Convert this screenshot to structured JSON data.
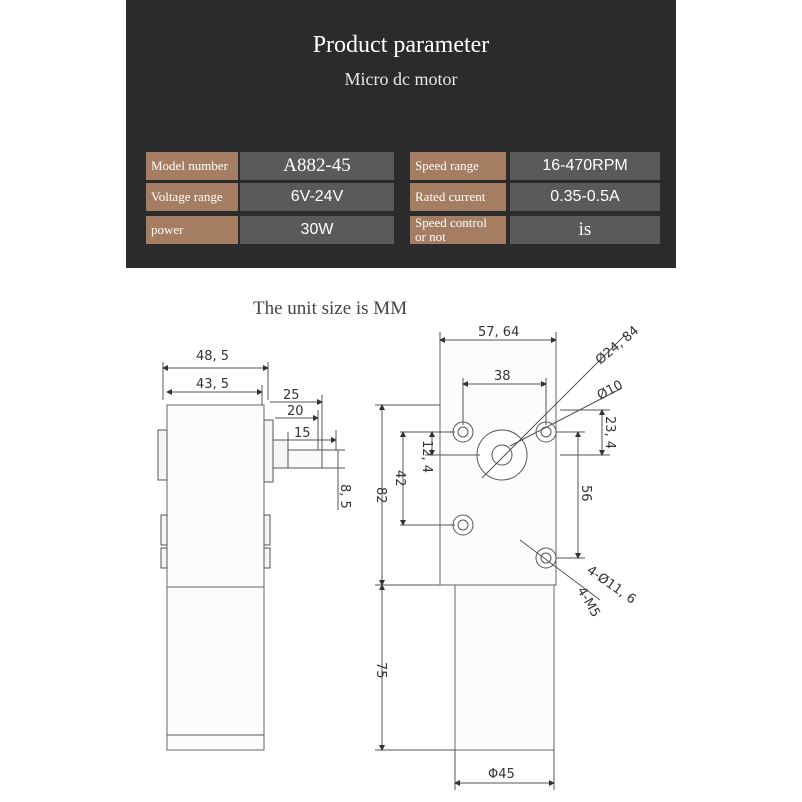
{
  "header": {
    "title": "Product parameter",
    "subtitle": "Micro dc motor"
  },
  "specs": {
    "model_label": "Model number",
    "model_value": "A882-45",
    "speed_label": "Speed range",
    "speed_value": "16-470RPM",
    "voltage_label": "Voltage range",
    "voltage_value": "6V-24V",
    "current_label": "Rated current",
    "current_value": "0.35-0.5A",
    "power_label": "power",
    "power_value": "30W",
    "control_label_line1": "Speed control",
    "control_label_line2": "or not",
    "control_value": "is"
  },
  "drawing": {
    "unit_note": "The unit size is MM",
    "side": {
      "dim_48_5": "48, 5",
      "dim_43_5": "43, 5",
      "dim_25": "25",
      "dim_20": "20",
      "dim_15": "15",
      "dim_8_5": "8, 5"
    },
    "front": {
      "dim_57_64": "57, 64",
      "dim_38": "38",
      "dim_phi24_84": "Ø24, 84",
      "dim_phi10": "Ø10",
      "dim_23_4": "23, 4",
      "dim_12_4": "12, 4",
      "dim_42": "42",
      "dim_82": "82",
      "dim_56": "56",
      "dim_4phi11_6": "4-Ø11, 6",
      "dim_4m5": "4-M5",
      "dim_75": "75",
      "dim_phi45": "Φ45"
    }
  }
}
